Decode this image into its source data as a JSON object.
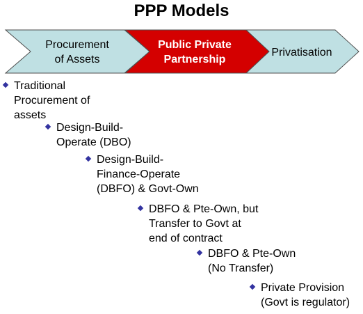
{
  "title": "PPP Models",
  "chevrons": [
    {
      "label_1": "Procurement",
      "label_2": "of Assets",
      "color": "#bfe0e3"
    },
    {
      "label_1": "Public Private",
      "label_2": "Partnership",
      "color": "#d40000"
    },
    {
      "label_1": "Privatisation",
      "label_2": "",
      "color": "#bfe0e3"
    }
  ],
  "models": [
    {
      "lines": [
        "Traditional",
        "Procurement of",
        "assets"
      ]
    },
    {
      "lines": [
        "Design-Build-",
        "Operate (DBO)"
      ]
    },
    {
      "lines": [
        "Design-Build-",
        "Finance-Operate",
        "(DBFO) & Govt-Own"
      ]
    },
    {
      "lines": [
        "DBFO & Pte-Own, but",
        "Transfer to Govt at",
        "end of contract"
      ]
    },
    {
      "lines": [
        "DBFO & Pte-Own",
        "(No Transfer)"
      ]
    },
    {
      "lines": [
        "Private Provision",
        "(Govt is regulator)"
      ]
    }
  ],
  "colors": {
    "bullet": "#3333a0",
    "outline": "#4d4d4d",
    "accent": "#d40000",
    "light": "#bfe0e3"
  }
}
